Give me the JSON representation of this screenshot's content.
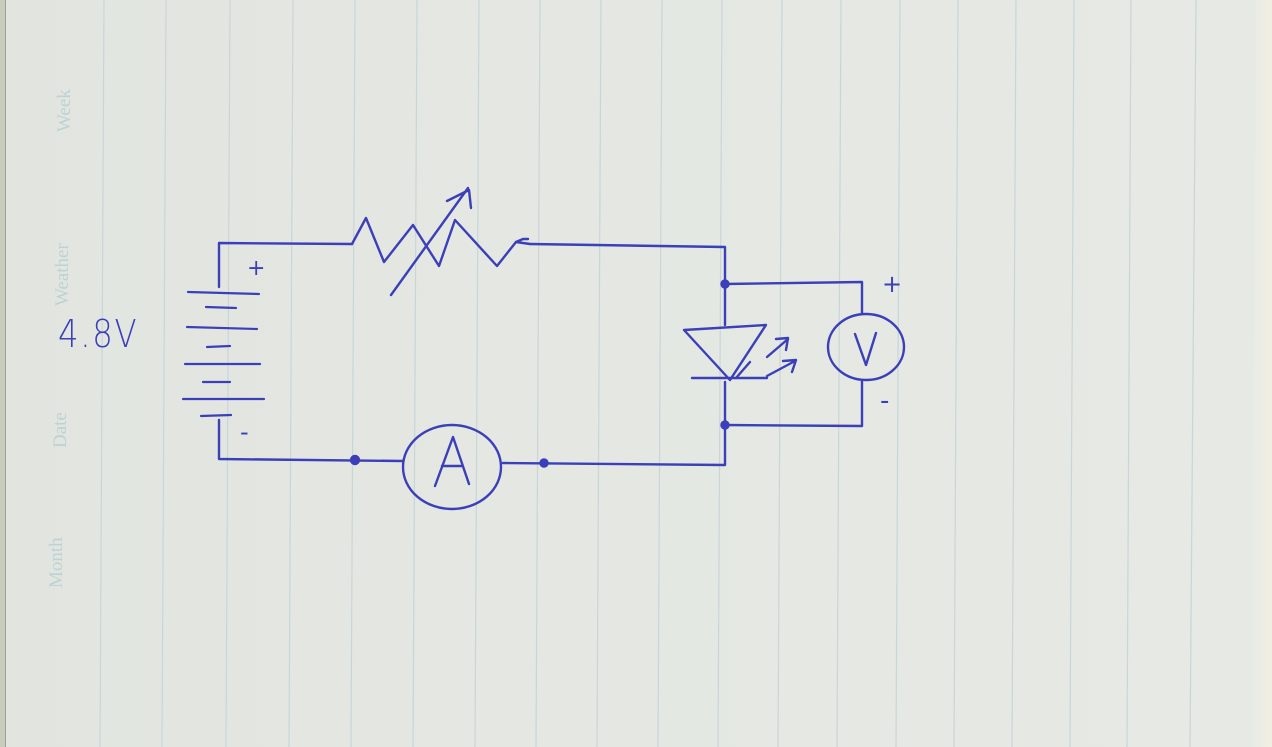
{
  "image": {
    "description": "Photograph of a hand-drawn circuit schematic in blue ink on lined notebook paper",
    "ink_color": "#3b3fb8",
    "paper_color": "#e3e6e1",
    "rule_color": "#c5d5d8"
  },
  "margin_labels": [
    "Week",
    "Weather",
    "Date",
    "Month"
  ],
  "source": {
    "label": "4.8V",
    "type": "battery",
    "cells": 4,
    "positive_label": "+",
    "negative_label": "-"
  },
  "components": {
    "rheostat": {
      "type": "variable-resistor"
    },
    "ammeter": {
      "symbol": "A"
    },
    "led": {
      "type": "light-emitting-diode"
    },
    "voltmeter": {
      "symbol": "V",
      "positive_label": "+",
      "negative_label": "-"
    }
  },
  "topology": "Battery (+) -> variable resistor -> LED (voltmeter in parallel) -> ammeter -> battery (-)"
}
